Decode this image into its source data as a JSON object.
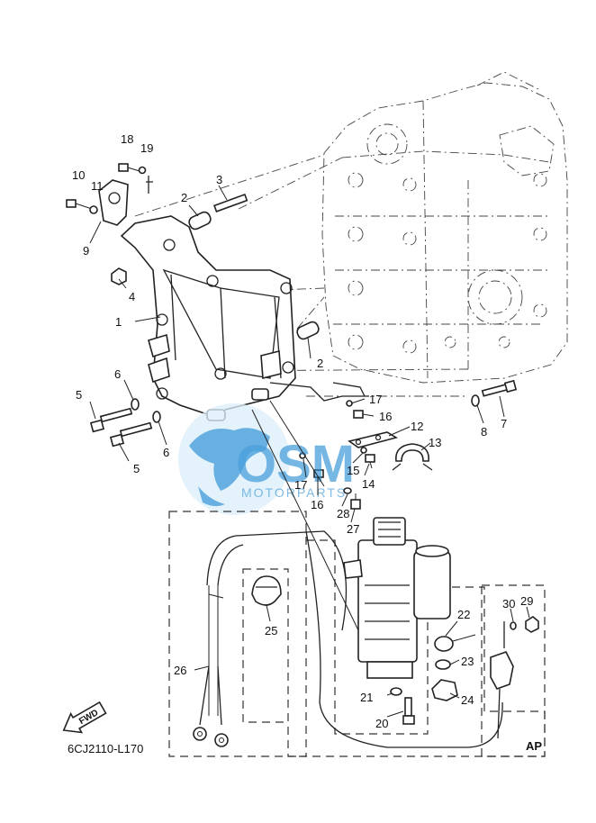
{
  "diagram_code": "6CJ2110-L170",
  "ap_label": "AP",
  "fwd_label": "FWD",
  "watermark": {
    "brand": "OSM",
    "subtitle": "MOTORPARTS",
    "color": "#2a8fd6"
  },
  "callouts": [
    {
      "id": "c1",
      "label": "1"
    },
    {
      "id": "c2a",
      "label": "2"
    },
    {
      "id": "c2b",
      "label": "2"
    },
    {
      "id": "c3",
      "label": "3"
    },
    {
      "id": "c4",
      "label": "4"
    },
    {
      "id": "c5a",
      "label": "5"
    },
    {
      "id": "c5b",
      "label": "5"
    },
    {
      "id": "c6a",
      "label": "6"
    },
    {
      "id": "c6b",
      "label": "6"
    },
    {
      "id": "c7",
      "label": "7"
    },
    {
      "id": "c8",
      "label": "8"
    },
    {
      "id": "c9",
      "label": "9"
    },
    {
      "id": "c10",
      "label": "10"
    },
    {
      "id": "c11",
      "label": "11"
    },
    {
      "id": "c12",
      "label": "12"
    },
    {
      "id": "c13",
      "label": "13"
    },
    {
      "id": "c14",
      "label": "14"
    },
    {
      "id": "c15",
      "label": "15"
    },
    {
      "id": "c16a",
      "label": "16"
    },
    {
      "id": "c16b",
      "label": "16"
    },
    {
      "id": "c17a",
      "label": "17"
    },
    {
      "id": "c17b",
      "label": "17"
    },
    {
      "id": "c18",
      "label": "18"
    },
    {
      "id": "c19",
      "label": "19"
    },
    {
      "id": "c20",
      "label": "20"
    },
    {
      "id": "c21",
      "label": "21"
    },
    {
      "id": "c22",
      "label": "22"
    },
    {
      "id": "c23",
      "label": "23"
    },
    {
      "id": "c24",
      "label": "24"
    },
    {
      "id": "c25",
      "label": "25"
    },
    {
      "id": "c26",
      "label": "26"
    },
    {
      "id": "c27",
      "label": "27"
    },
    {
      "id": "c28",
      "label": "28"
    },
    {
      "id": "c29",
      "label": "29"
    },
    {
      "id": "c30",
      "label": "30"
    }
  ]
}
